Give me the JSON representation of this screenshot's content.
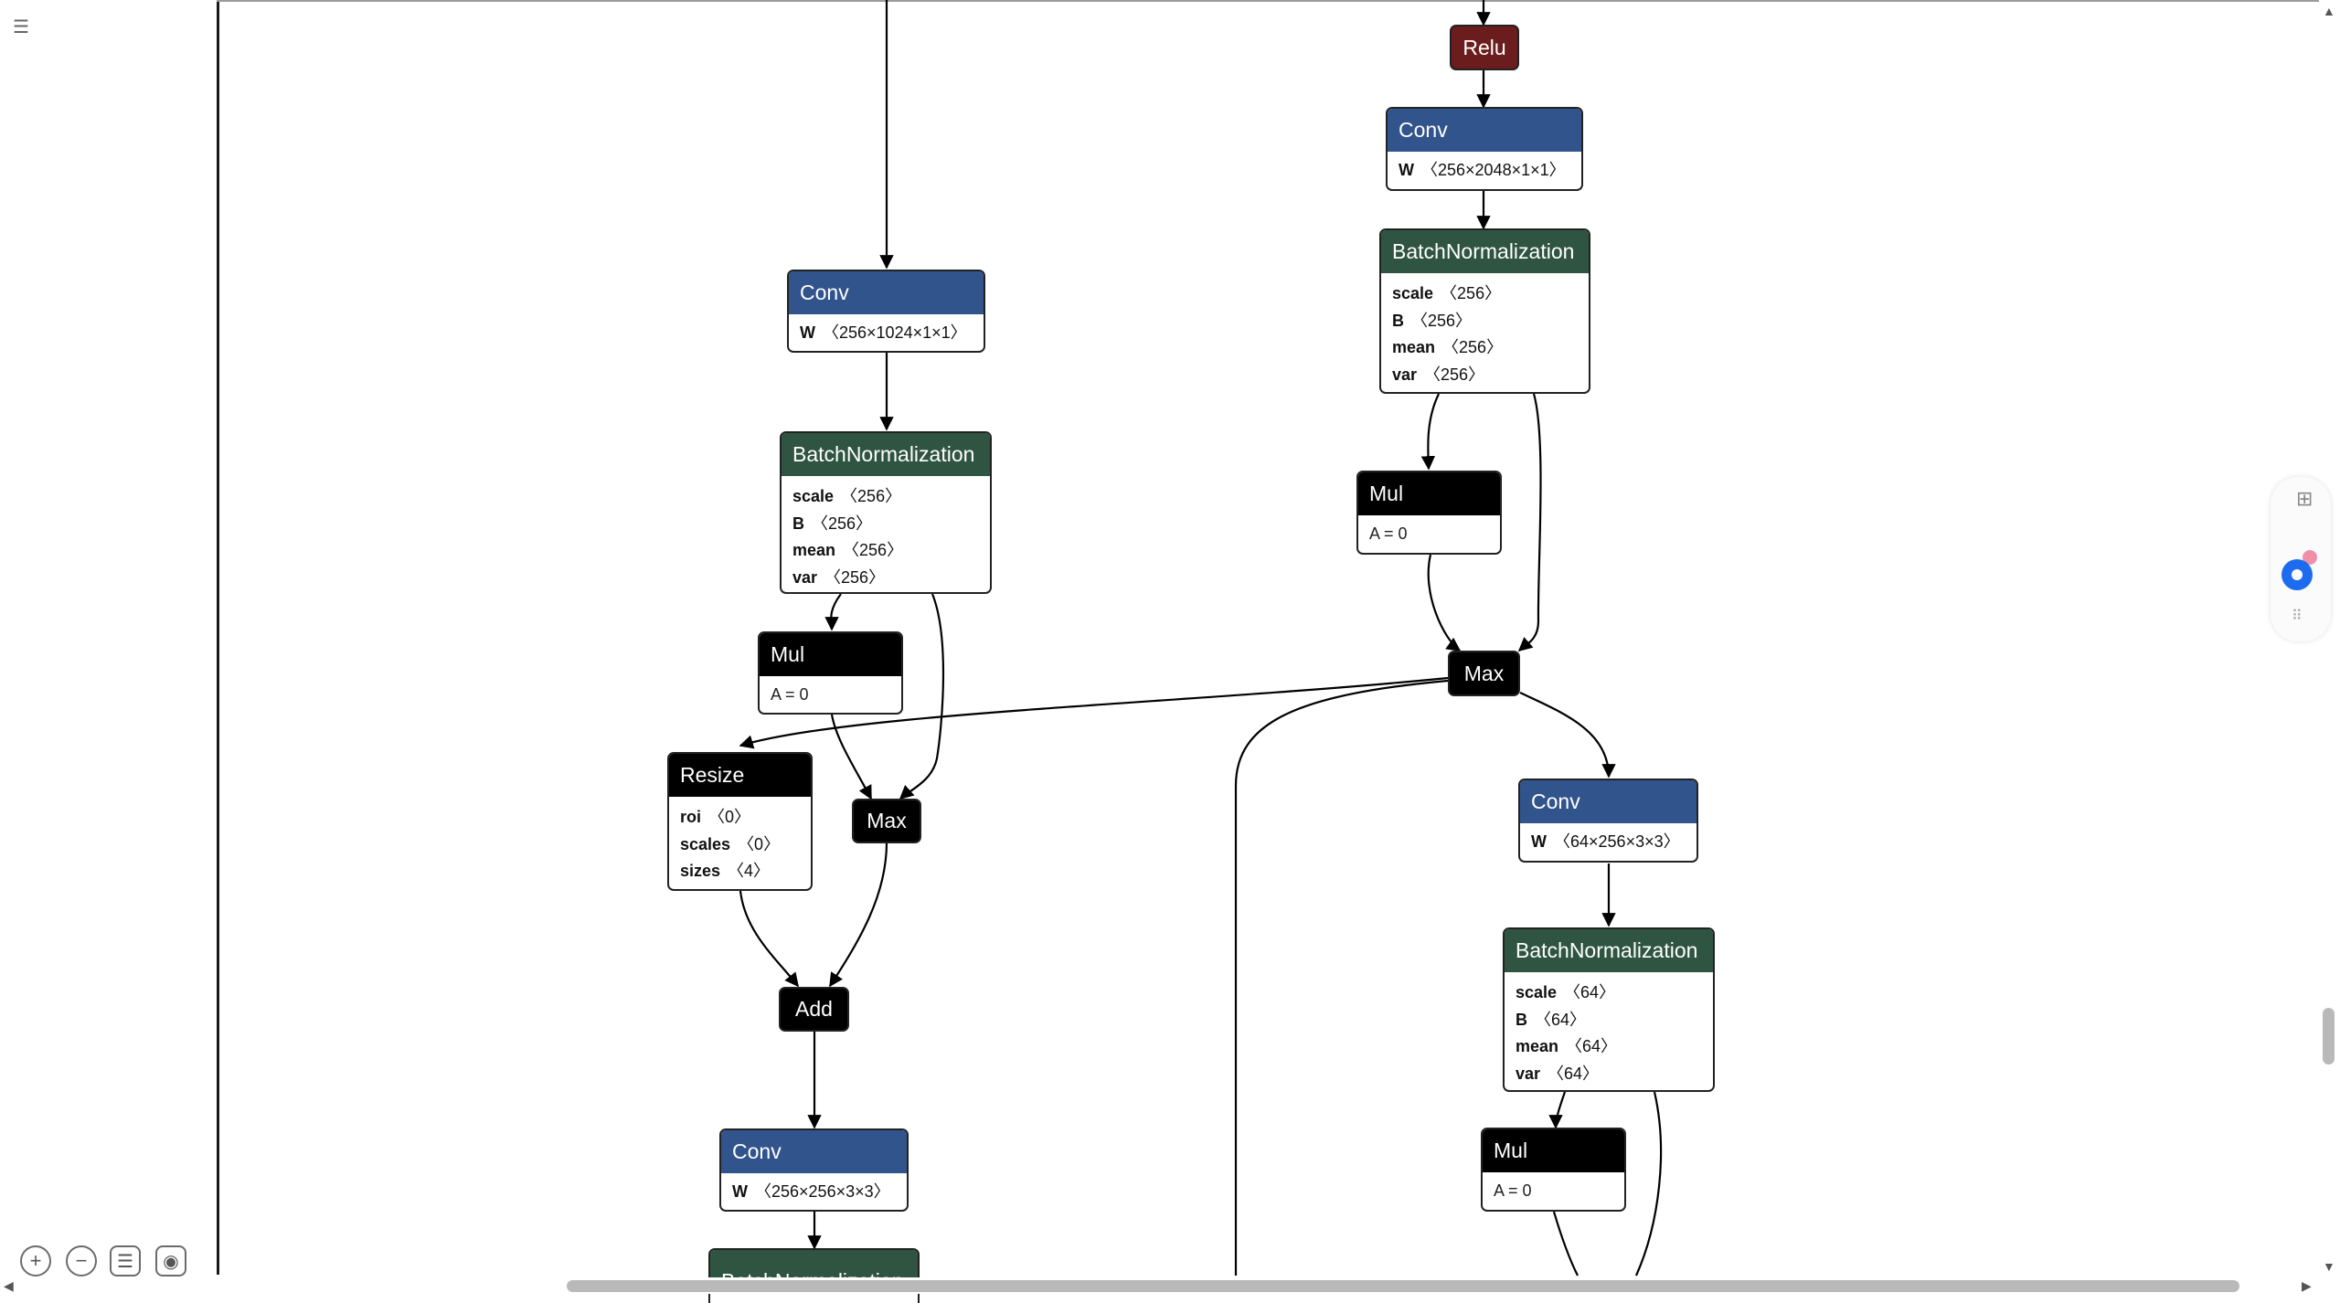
{
  "sidebar": {
    "menu_icon": "hamburger-menu-icon"
  },
  "nodes": {
    "relu_top": {
      "op": "Relu"
    },
    "conv_right_1": {
      "op": "Conv",
      "attrs": [
        {
          "k": "W",
          "v": "〈256×2048×1×1〉"
        }
      ]
    },
    "bn_right_1": {
      "op": "BatchNormalization",
      "attrs": [
        {
          "k": "scale",
          "v": "〈256〉"
        },
        {
          "k": "B",
          "v": "〈256〉"
        },
        {
          "k": "mean",
          "v": "〈256〉"
        },
        {
          "k": "var",
          "v": "〈256〉"
        }
      ]
    },
    "mul_right_1": {
      "op": "Mul",
      "attr_plain": "A = 0"
    },
    "max_right": {
      "op": "Max"
    },
    "conv_right_2": {
      "op": "Conv",
      "attrs": [
        {
          "k": "W",
          "v": "〈64×256×3×3〉"
        }
      ]
    },
    "bn_right_2": {
      "op": "BatchNormalization",
      "attrs": [
        {
          "k": "scale",
          "v": "〈64〉"
        },
        {
          "k": "B",
          "v": "〈64〉"
        },
        {
          "k": "mean",
          "v": "〈64〉"
        },
        {
          "k": "var",
          "v": "〈64〉"
        }
      ]
    },
    "mul_right_2": {
      "op": "Mul",
      "attr_plain": "A = 0"
    },
    "conv_left_1": {
      "op": "Conv",
      "attrs": [
        {
          "k": "W",
          "v": "〈256×1024×1×1〉"
        }
      ]
    },
    "bn_left_1": {
      "op": "BatchNormalization",
      "attrs": [
        {
          "k": "scale",
          "v": "〈256〉"
        },
        {
          "k": "B",
          "v": "〈256〉"
        },
        {
          "k": "mean",
          "v": "〈256〉"
        },
        {
          "k": "var",
          "v": "〈256〉"
        }
      ]
    },
    "mul_left_1": {
      "op": "Mul",
      "attr_plain": "A = 0"
    },
    "resize": {
      "op": "Resize",
      "attrs": [
        {
          "k": "roi",
          "v": "〈0〉"
        },
        {
          "k": "scales",
          "v": "〈0〉"
        },
        {
          "k": "sizes",
          "v": "〈4〉"
        }
      ]
    },
    "max_left": {
      "op": "Max"
    },
    "add": {
      "op": "Add"
    },
    "conv_left_2": {
      "op": "Conv",
      "attrs": [
        {
          "k": "W",
          "v": "〈256×256×3×3〉"
        }
      ]
    },
    "bn_left_2": {
      "op": "BatchNormalization"
    }
  },
  "toolbar": {
    "zoom_in_icon": "zoom-in-icon",
    "zoom_out_icon": "zoom-out-icon",
    "properties_icon": "list-icon",
    "target_icon": "target-icon"
  },
  "colors": {
    "conv": "#32548c",
    "batchnorm": "#2f5441",
    "black_op": "#000000",
    "relu": "#6b1c1c"
  }
}
